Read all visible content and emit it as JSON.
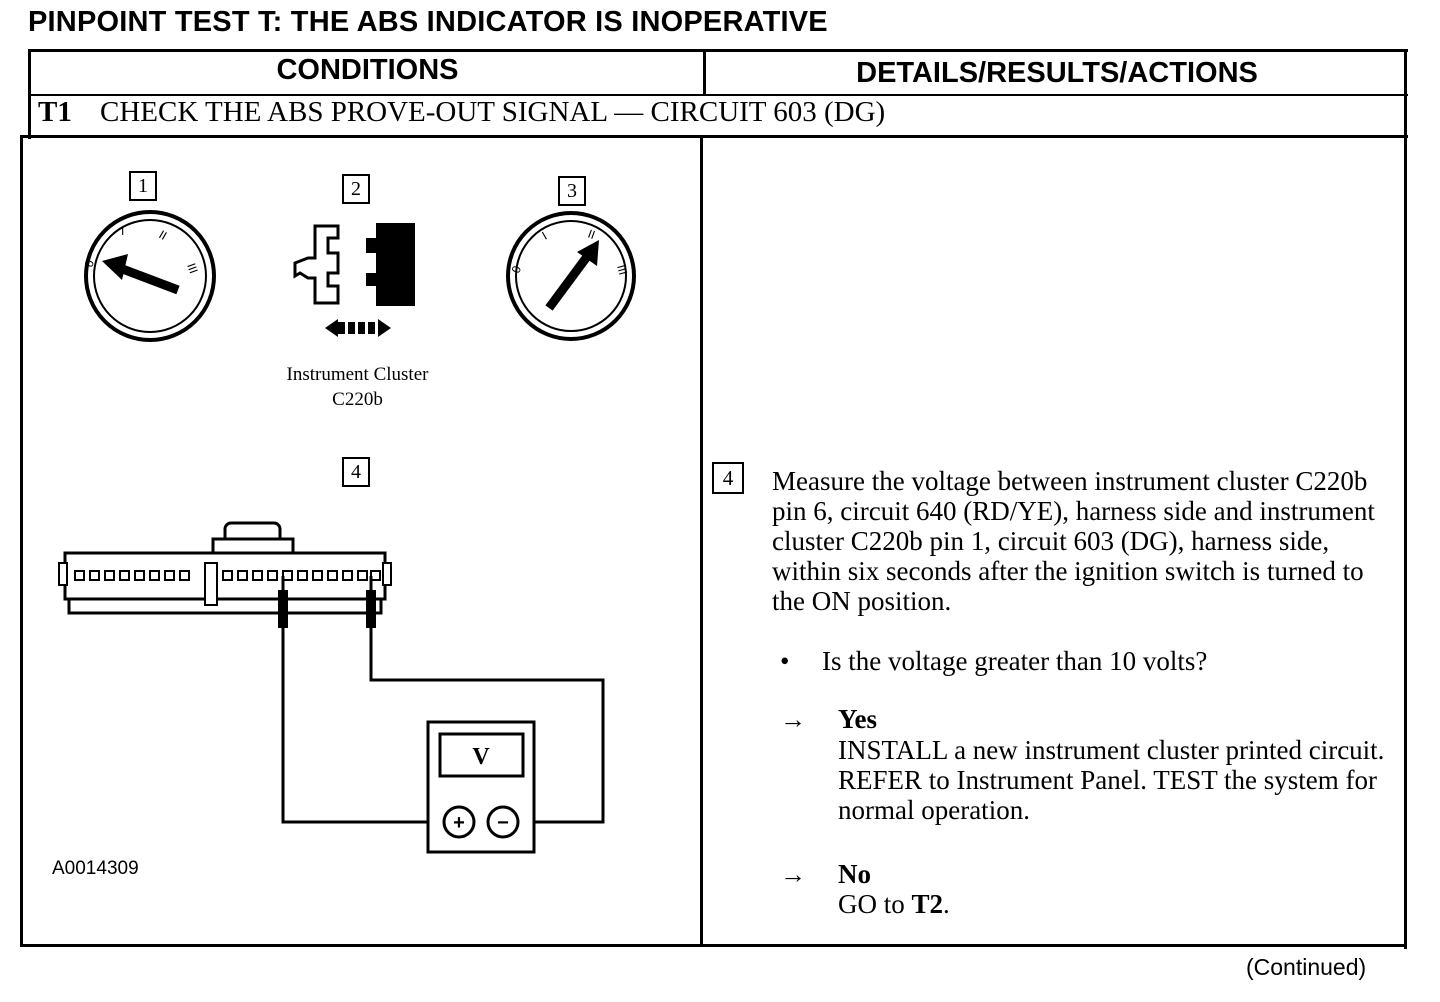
{
  "title": "PINPOINT TEST T: THE ABS INDICATOR IS INOPERATIVE",
  "headers": {
    "conditions": "CONDITIONS",
    "details": "DETAILS/RESULTS/ACTIONS"
  },
  "step": {
    "id": "T1",
    "title": "CHECK THE ABS PROVE-OUT SIGNAL — CIRCUIT 603 (DG)"
  },
  "figure": {
    "callouts": [
      "1",
      "2",
      "3",
      "4"
    ],
    "ignition_labels": [
      "0",
      "I",
      "II",
      "III"
    ],
    "cluster_caption_line1": "Instrument Cluster",
    "cluster_caption_line2": "C220b",
    "meter_display": "V",
    "meter_plus": "+",
    "meter_minus": "−",
    "figure_id": "A0014309"
  },
  "details": {
    "step_callout": "4",
    "instruction": "Measure the voltage between instrument cluster C220b pin 6, circuit 640 (RD/YE), harness side and instrument cluster C220b pin 1, circuit 603 (DG), harness side, within six seconds after the ignition switch is turned to the ON position.",
    "bullet": "•",
    "question": "Is the voltage greater than 10 volts?",
    "arrow": "→",
    "yes_label": "Yes",
    "yes_action": "INSTALL a new instrument cluster printed circuit. REFER to Instrument Panel. TEST the system for normal operation.",
    "no_label": "No",
    "no_action_prefix": "GO to ",
    "no_action_target": "T2",
    "no_action_suffix": "."
  },
  "footer": {
    "continued": "(Continued)"
  }
}
